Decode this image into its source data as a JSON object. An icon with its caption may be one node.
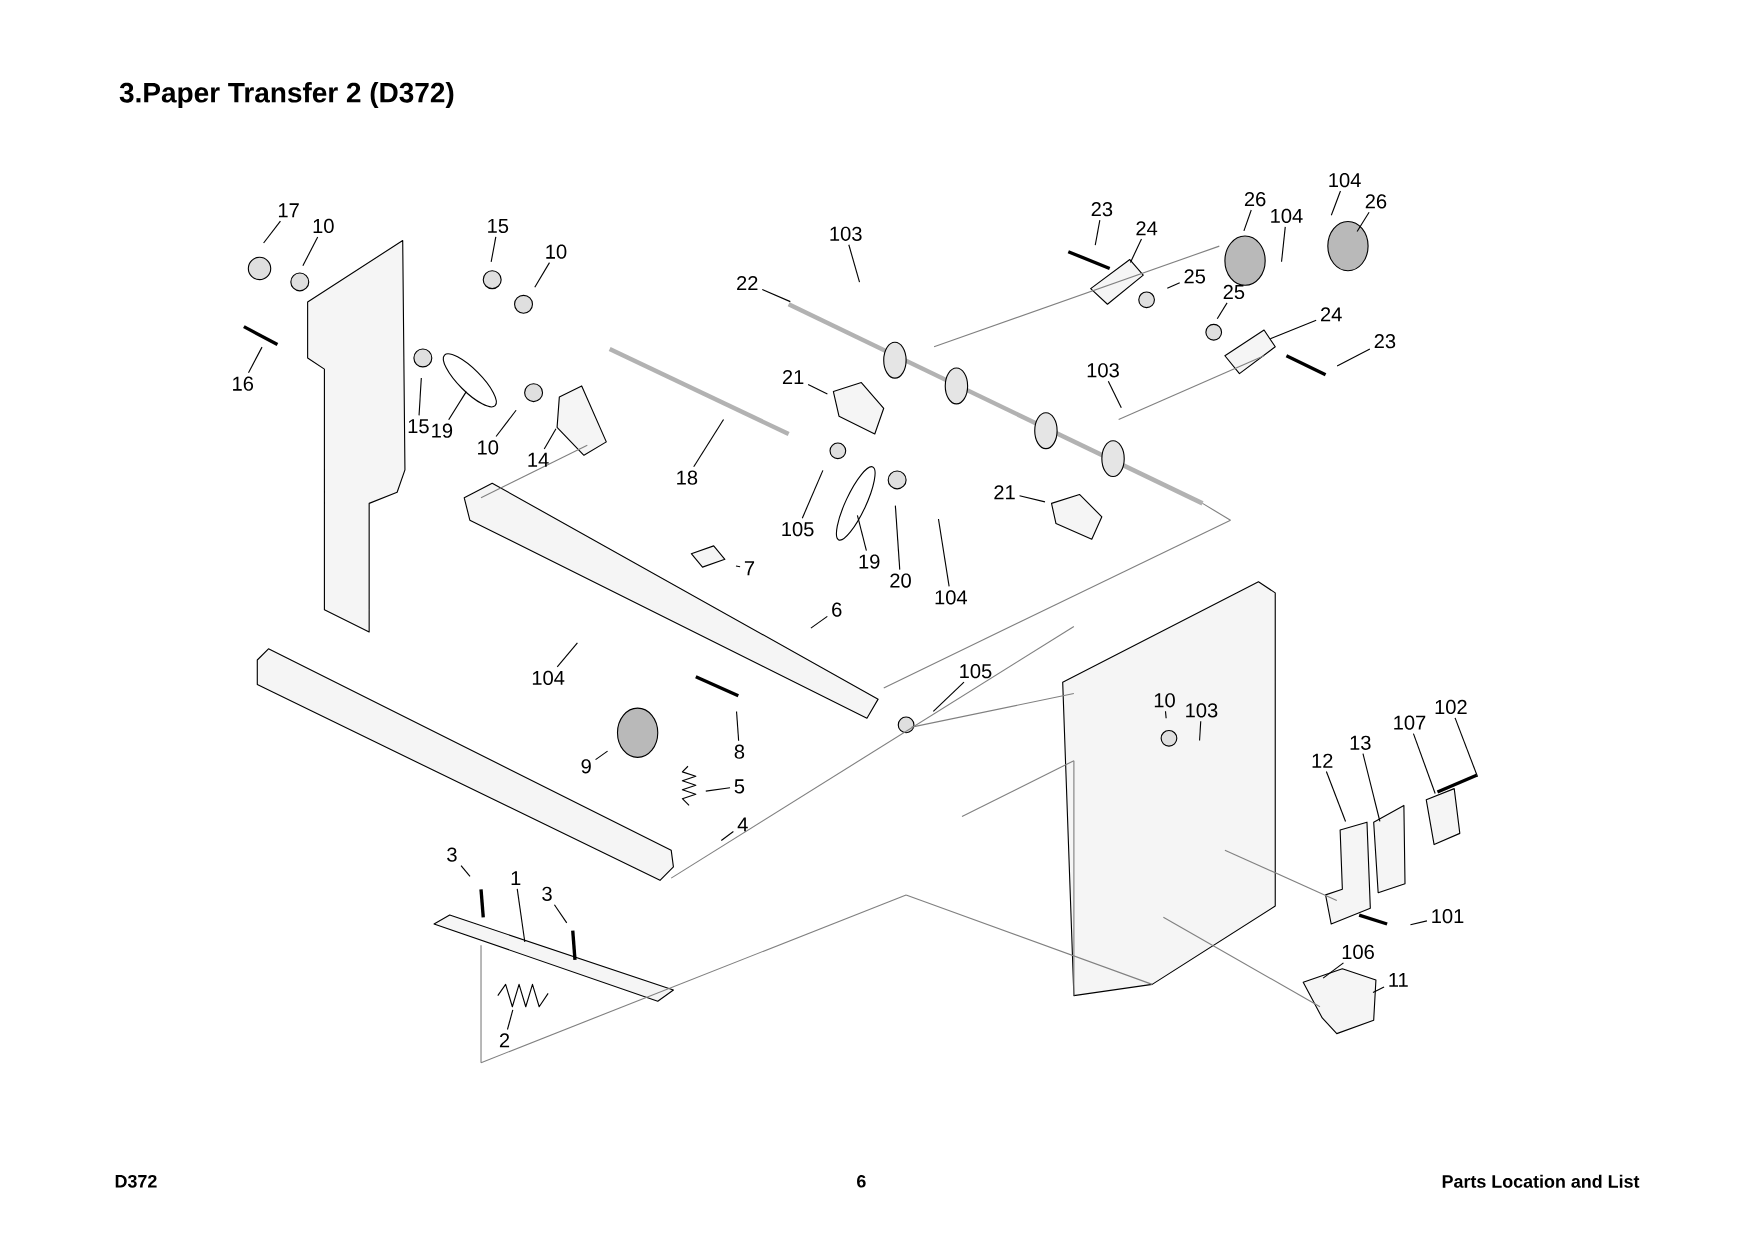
{
  "diagram": {
    "title": "3.Paper Transfer 2 (D372)",
    "nodes": [
      {
        "text": [
          "17"
        ]
      },
      {
        "text": [
          "10"
        ]
      },
      {
        "text": [
          "16"
        ]
      },
      {
        "text": [
          "15"
        ]
      },
      {
        "text": [
          "10"
        ]
      },
      {
        "text": [
          "15"
        ]
      },
      {
        "text": [
          "19"
        ]
      },
      {
        "text": [
          "10"
        ]
      },
      {
        "text": [
          "14"
        ]
      },
      {
        "text": [
          "18"
        ]
      },
      {
        "text": [
          "22"
        ]
      },
      {
        "text": [
          "103"
        ]
      },
      {
        "text": [
          "21"
        ]
      },
      {
        "text": [
          "105"
        ]
      },
      {
        "text": [
          "19"
        ]
      },
      {
        "text": [
          "20"
        ]
      },
      {
        "text": [
          "104"
        ]
      },
      {
        "text": [
          "23"
        ]
      },
      {
        "text": [
          "24"
        ]
      },
      {
        "text": [
          "26"
        ]
      },
      {
        "text": [
          "104"
        ]
      },
      {
        "text": [
          "104"
        ]
      },
      {
        "text": [
          "26"
        ]
      },
      {
        "text": [
          "25"
        ]
      },
      {
        "text": [
          "25"
        ]
      },
      {
        "text": [
          "24"
        ]
      },
      {
        "text": [
          "23"
        ]
      },
      {
        "text": [
          "103"
        ]
      },
      {
        "text": [
          "21"
        ]
      },
      {
        "text": [
          "7"
        ]
      },
      {
        "text": [
          "6"
        ]
      },
      {
        "text": [
          "104"
        ]
      },
      {
        "text": [
          "105"
        ]
      },
      {
        "text": [
          "8"
        ]
      },
      {
        "text": [
          "9"
        ]
      },
      {
        "text": [
          "5"
        ]
      },
      {
        "text": [
          "4"
        ]
      },
      {
        "text": [
          "10"
        ]
      },
      {
        "text": [
          "103"
        ]
      },
      {
        "text": [
          "12"
        ]
      },
      {
        "text": [
          "13"
        ]
      },
      {
        "text": [
          "107"
        ]
      },
      {
        "text": [
          "102"
        ]
      },
      {
        "text": [
          "101"
        ]
      },
      {
        "text": [
          "106"
        ]
      },
      {
        "text": [
          "11"
        ]
      },
      {
        "text": [
          "3"
        ]
      },
      {
        "text": [
          "1"
        ]
      },
      {
        "text": [
          "3"
        ]
      },
      {
        "text": [
          "2"
        ]
      }
    ],
    "edges": [
      {
        "from": 0,
        "to": null,
        "arrow": "none"
      },
      {
        "from": 1,
        "to": null,
        "arrow": "none"
      },
      {
        "from": 2,
        "to": null,
        "arrow": "none"
      },
      {
        "from": 3,
        "to": null,
        "arrow": "none"
      },
      {
        "from": 4,
        "to": null,
        "arrow": "none"
      },
      {
        "from": 5,
        "to": null,
        "arrow": "none"
      },
      {
        "from": 6,
        "to": null,
        "arrow": "none"
      },
      {
        "from": 7,
        "to": null,
        "arrow": "none"
      },
      {
        "from": 8,
        "to": null,
        "arrow": "none"
      },
      {
        "from": 9,
        "to": null,
        "arrow": "none"
      },
      {
        "from": 10,
        "to": null,
        "arrow": "none"
      },
      {
        "from": 11,
        "to": null,
        "arrow": "none"
      },
      {
        "from": 12,
        "to": null,
        "arrow": "none"
      },
      {
        "from": 13,
        "to": null,
        "arrow": "none"
      },
      {
        "from": 14,
        "to": null,
        "arrow": "none"
      },
      {
        "from": 15,
        "to": null,
        "arrow": "none"
      },
      {
        "from": 16,
        "to": null,
        "arrow": "none"
      },
      {
        "from": 17,
        "to": null,
        "arrow": "none"
      },
      {
        "from": 18,
        "to": null,
        "arrow": "none"
      },
      {
        "from": 19,
        "to": null,
        "arrow": "none"
      },
      {
        "from": 20,
        "to": null,
        "arrow": "none"
      },
      {
        "from": 21,
        "to": null,
        "arrow": "none"
      },
      {
        "from": 22,
        "to": null,
        "arrow": "none"
      },
      {
        "from": 23,
        "to": null,
        "arrow": "none"
      },
      {
        "from": 24,
        "to": null,
        "arrow": "none"
      },
      {
        "from": 25,
        "to": null,
        "arrow": "none"
      },
      {
        "from": 26,
        "to": null,
        "arrow": "none"
      },
      {
        "from": 27,
        "to": null,
        "arrow": "none"
      },
      {
        "from": 28,
        "to": null,
        "arrow": "none"
      },
      {
        "from": 29,
        "to": null,
        "arrow": "none"
      },
      {
        "from": 30,
        "to": null,
        "arrow": "none"
      },
      {
        "from": 31,
        "to": null,
        "arrow": "none"
      },
      {
        "from": 32,
        "to": null,
        "arrow": "none"
      },
      {
        "from": 33,
        "to": null,
        "arrow": "none"
      },
      {
        "from": 34,
        "to": null,
        "arrow": "none"
      },
      {
        "from": 35,
        "to": null,
        "arrow": "none"
      },
      {
        "from": 36,
        "to": null,
        "arrow": "none"
      },
      {
        "from": 37,
        "to": null,
        "arrow": "none"
      },
      {
        "from": 38,
        "to": null,
        "arrow": "none"
      },
      {
        "from": 39,
        "to": null,
        "arrow": "none"
      },
      {
        "from": 40,
        "to": null,
        "arrow": "none"
      },
      {
        "from": 41,
        "to": null,
        "arrow": "none"
      },
      {
        "from": 42,
        "to": null,
        "arrow": "none"
      },
      {
        "from": 43,
        "to": null,
        "arrow": "none"
      },
      {
        "from": 44,
        "to": null,
        "arrow": "none"
      },
      {
        "from": 45,
        "to": null,
        "arrow": "none"
      },
      {
        "from": 46,
        "to": null,
        "arrow": "none"
      },
      {
        "from": 47,
        "to": null,
        "arrow": "none"
      },
      {
        "from": 48,
        "to": null,
        "arrow": "none"
      },
      {
        "from": 49,
        "to": null,
        "arrow": "none"
      }
    ],
    "labels": [
      "D372",
      "6",
      "Parts Location and List"
    ]
  }
}
